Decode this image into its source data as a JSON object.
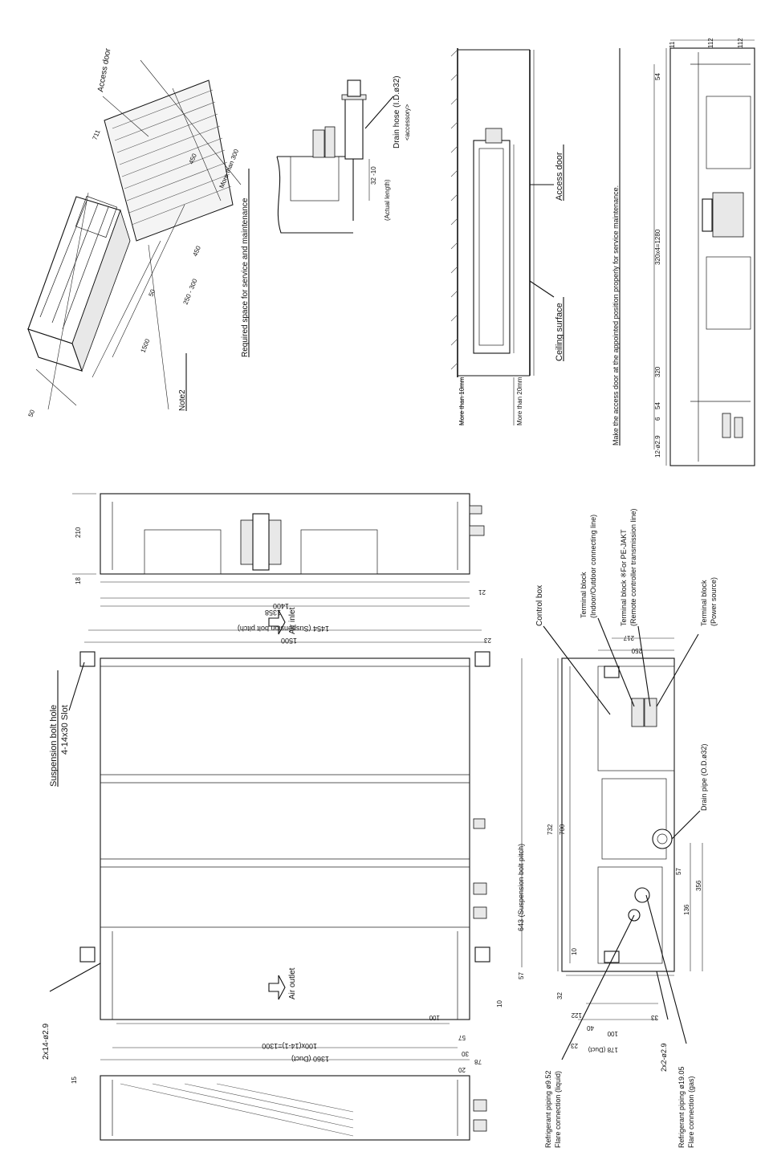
{
  "labels": {
    "access_door_1": "Access door",
    "more_than_300": "More than 300",
    "d711": "711",
    "d450a": "450",
    "d450b": "450",
    "d50a": "50",
    "d50b": "50",
    "d250_300": "250 - 300",
    "d1500_iso": "1500",
    "note2": "Note2",
    "required_space": "Required space for service and maintenance",
    "drain_hose": "Drain hose (I.D.ø32)",
    "accessory": "<accessory>",
    "d32_tol": "32 -10",
    "actual_length": "(Actual length)",
    "access_door_2": "Access door",
    "ceiling_surface": "Ceiling surface",
    "more_than_20": "More than 20mm",
    "more_than_10": "More than 10mm",
    "make_access": "Make the access door at the appointed position properly for service maintenance.",
    "d11": "11",
    "d112a": "112",
    "d112b": "112",
    "d54a": "54",
    "d54b": "54",
    "d320x4": "320x4=1280",
    "d320": "320",
    "d6": "6",
    "d12_029": "12-ø2.9",
    "d210": "210",
    "d18": "18",
    "d1358": "1358",
    "d21": "21",
    "suspension_bolt_hole": "Suspension bolt hole",
    "slot_4_14x30": "4-14x30 Slot",
    "d1500": "1500",
    "d1454": "1454 (Suspension bolt pitch)",
    "d1400": "1400",
    "d23": "23",
    "air_inlet": "Air inlet",
    "air_outlet": "Air outlet",
    "d643": "643 (Suspension bolt pitch)",
    "d57a": "57",
    "d10a": "10",
    "d2x14": "2x14-ø2.9",
    "d1360": "1360 (Duct)",
    "d1300": "100x(14-1)=1300",
    "d100a": "100",
    "d57b": "57",
    "d30": "30",
    "d78": "78",
    "d20": "20",
    "d15": "15",
    "control_box": "Control box",
    "tb_indoor": "Terminal block",
    "tb_indoor_sub": "(Indoor/Outdoor connecting line)",
    "tb_remote": "Terminal block  ※For PE-JAKT",
    "tb_remote_sub": "(Remote controller transmission line)",
    "tb_power": "Terminal block",
    "tb_power_sub": "(Power source)",
    "drain_pipe": "Drain pipe (O.D.ø32)",
    "d250": "250",
    "d217": "217",
    "d732": "732",
    "d700": "700",
    "d10b": "10",
    "d57c": "57",
    "d136": "136",
    "d356": "356",
    "d32": "32",
    "d122": "122",
    "d40": "40",
    "d23b": "23",
    "d100b": "100",
    "d178": "178 (Duct)",
    "d33": "33",
    "d2x2": "2x2-ø2.9",
    "ref_liquid": "Refrigerant piping ø9.52",
    "ref_liquid_sub": "Flare connection (liquid)",
    "ref_gas": "Refrigerant piping ø19.05",
    "ref_gas_sub": "Flare connection (gas)"
  }
}
